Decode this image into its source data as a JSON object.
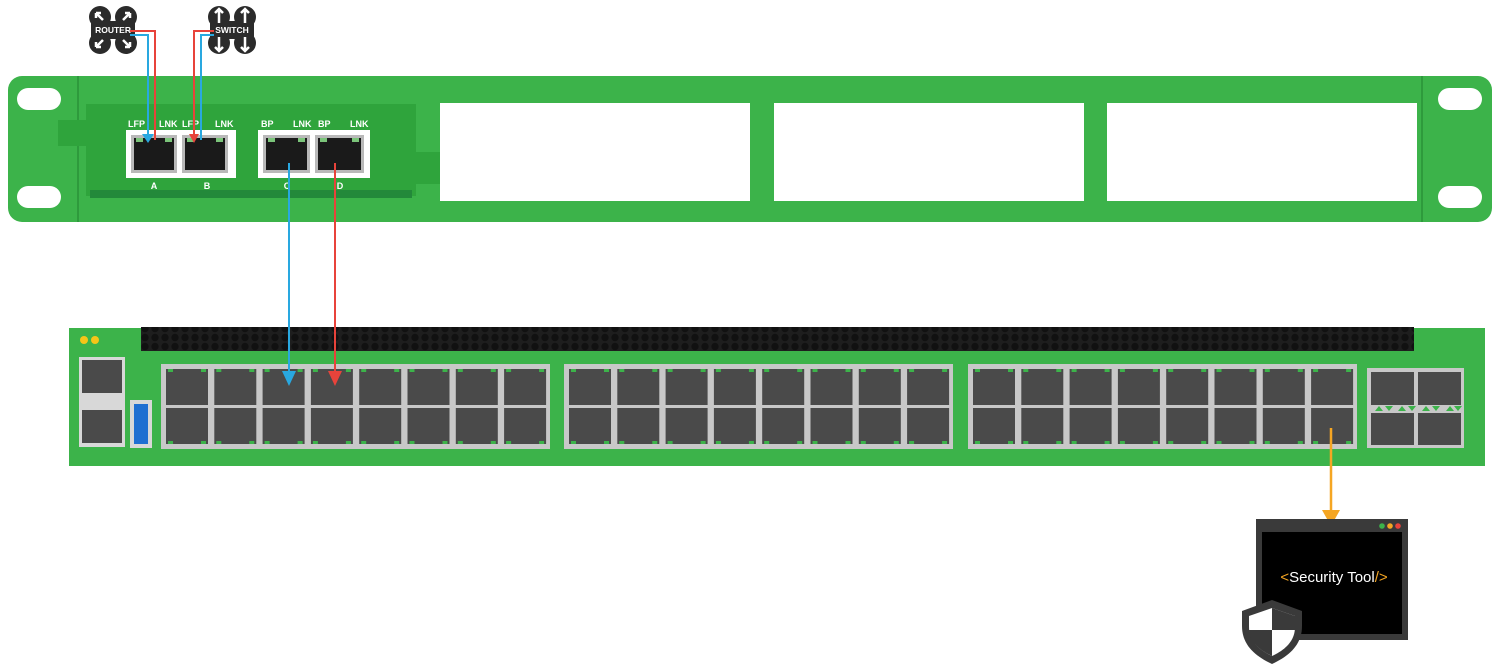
{
  "devices": {
    "router_label": "ROUTER",
    "switch_label": "SWITCH"
  },
  "bypass_module": {
    "port_labels": [
      "LFP",
      "LNK",
      "LFP",
      "LNK",
      "BP",
      "LNK",
      "BP",
      "LNK"
    ],
    "segment_labels": [
      "A",
      "B",
      "C",
      "D"
    ]
  },
  "security_tool": {
    "open_bracket": "<",
    "name": "Security Tool",
    "close_bracket": "/>",
    "dot_colors": [
      "#3cb34a",
      "#f5a623",
      "#e8433b"
    ]
  },
  "colors": {
    "chassis_green": "#3cb34a",
    "link_blue": "#29a8e0",
    "link_red": "#e8433b",
    "tap_orange": "#f5a623"
  },
  "icons": [
    "router-icon",
    "switch-icon",
    "shield-icon"
  ]
}
